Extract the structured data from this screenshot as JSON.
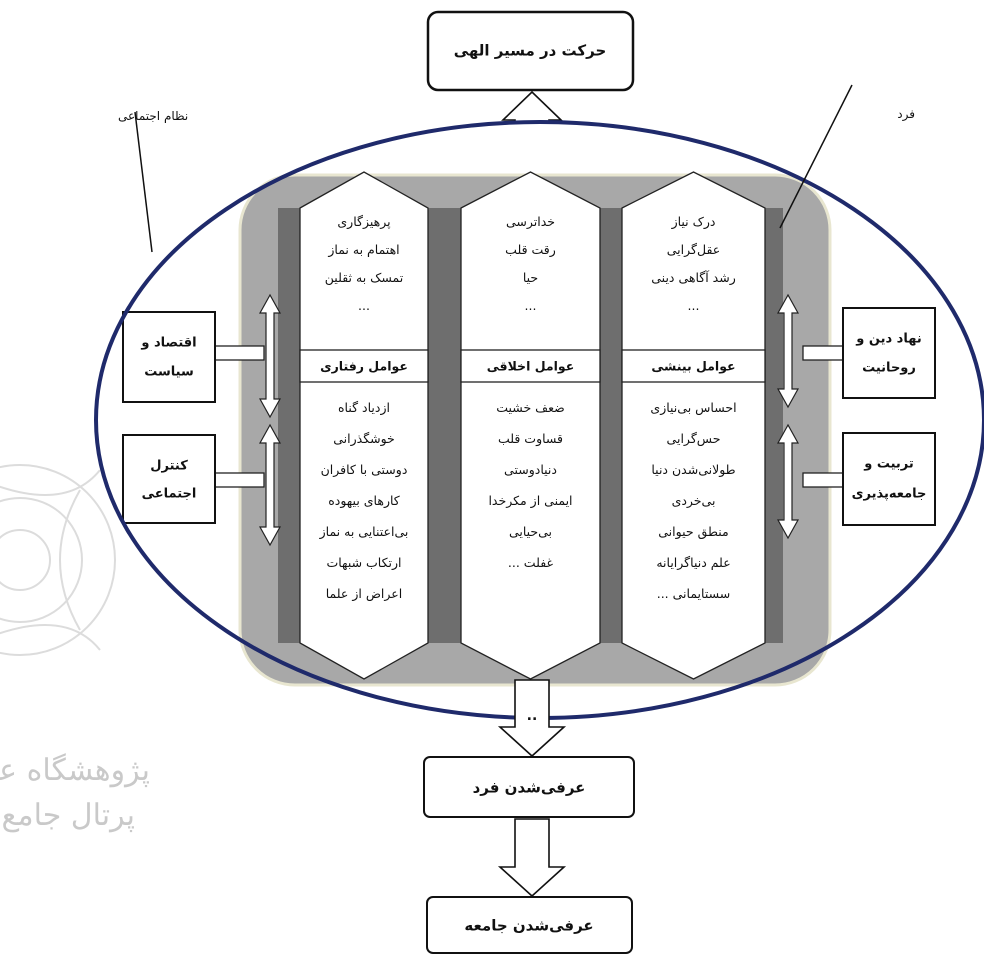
{
  "top_box": "حرکت در مسیر الهی",
  "bottom_boxes": [
    "عرفی‌شدن فرد",
    "عرفی‌شدن جامعه"
  ],
  "callouts": {
    "social_system": "نظام اجتماعی",
    "individual": "فرد"
  },
  "columns": [
    {
      "id": "cognitive",
      "positive": [
        "درک نیاز",
        "عقل‌گرایی",
        "رشد آگاهی دینی",
        "..."
      ],
      "header": "عوامل بینشی",
      "negative": [
        "احساس بی‌نیازی",
        "حس‌گرایی",
        "طولانی‌شدن دنیا",
        "بی‌خردی",
        "منطق حیوانی",
        "علم دنیاگرایانه",
        "سستایمانی ..."
      ]
    },
    {
      "id": "moral",
      "positive": [
        "خداترسی",
        "رقت قلب",
        "حیا",
        "..."
      ],
      "header": "عوامل اخلاقی",
      "negative": [
        "ضعف خشیت",
        "قساوت قلب",
        "دنیادوستی",
        "ایمنی از مکرخدا",
        "بی‌حیایی",
        "غفلت ..."
      ]
    },
    {
      "id": "behavioral",
      "positive": [
        "پرهیزگاری",
        "اهتمام به نماز",
        "تمسک به ثقلین",
        "..."
      ],
      "header": "عوامل رفتاری",
      "negative": [
        "ازدیاد گناه",
        "خوشگذرانی",
        "دوستی با کافران",
        "کارهای بیهوده",
        "بی‌اعتنایی به نماز",
        "ارتکاب شبهات",
        "اعراض از علما"
      ]
    }
  ],
  "side_boxes": {
    "left": [
      "اقتصاد و سیاست",
      "کنترل اجتماعی"
    ],
    "right": [
      "نهاد دین و روحانیت",
      "تربیت و جامعه‌پذیری"
    ]
  },
  "watermark": [
    "پژوهشگاه علوم",
    "پرتال جامع"
  ]
}
